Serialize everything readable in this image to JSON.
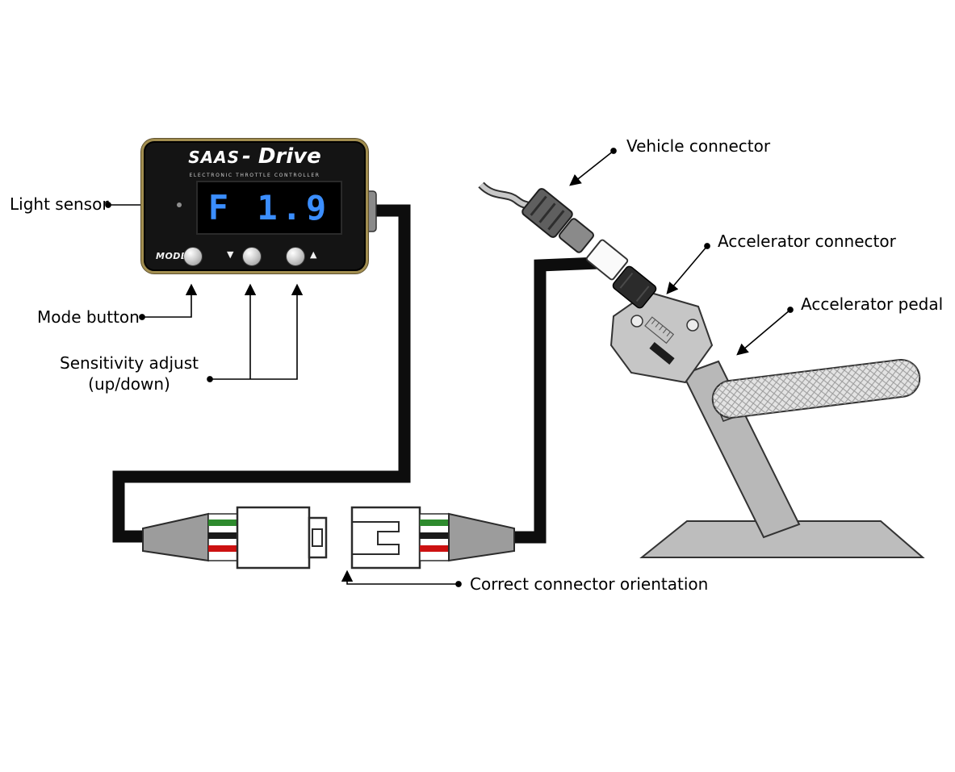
{
  "device": {
    "brand": "SAAS",
    "brand_suffix": "- Drive",
    "tagline": "ELECTRONIC THROTTLE CONTROLLER",
    "display_value": "F 1.9",
    "mode_label": "MODE",
    "down_arrow": "▼",
    "up_arrow": "▲"
  },
  "labels": {
    "light_sensor": "Light sensor",
    "mode_button": "Mode button",
    "sensitivity_line1": "Sensitivity adjust",
    "sensitivity_line2": "(up/down)",
    "vehicle_connector": "Vehicle connector",
    "accelerator_connector": "Accelerator connector",
    "accelerator_pedal": "Accelerator pedal",
    "correct_orientation": "Correct connector orientation"
  },
  "colors": {
    "display_blue": "#3b8eff",
    "device_rim_gold": "#a28e50",
    "wire_green": "#2e8b2e",
    "wire_black": "#1a1a1a",
    "wire_red": "#cc1111"
  }
}
